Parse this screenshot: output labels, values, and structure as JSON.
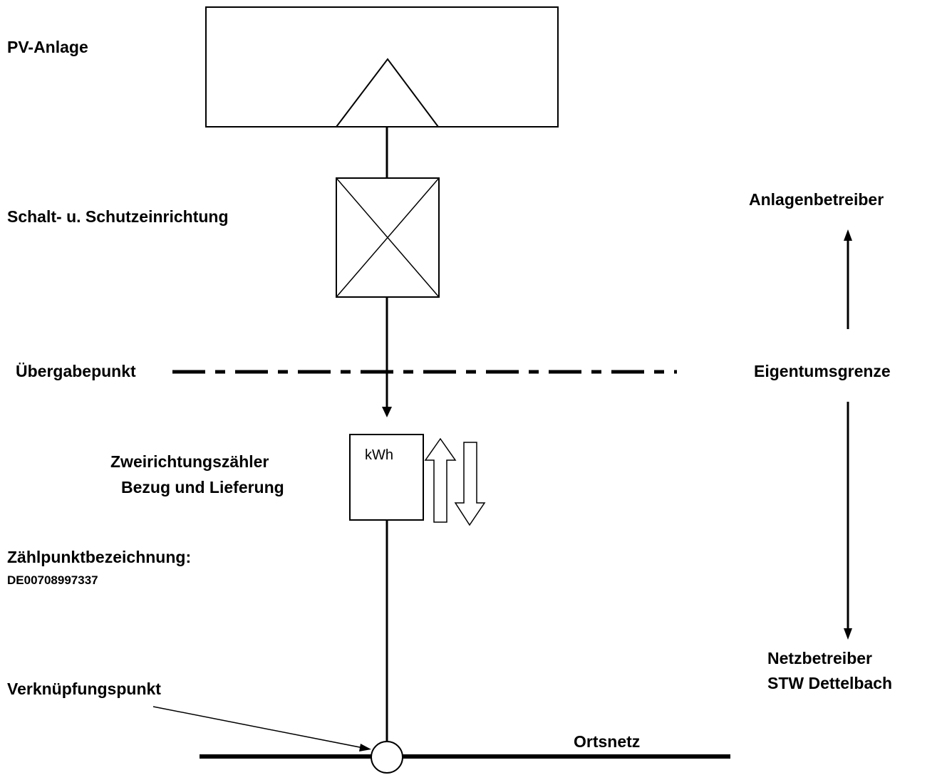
{
  "labels": {
    "pv_anlage": "PV-Anlage",
    "schalt_schutz": "Schalt- u. Schutzeinrichtung",
    "uebergabepunkt": "Übergabepunkt",
    "zaehler_line1": "Zweirichtungszähler",
    "zaehler_line2": "Bezug und Lieferung",
    "zaehlpunkt_label": "Zählpunktbezeichnung:",
    "zaehlpunkt_id": "DE00708997337",
    "verknuepfungspunkt": "Verknüpfungspunkt",
    "ortsnetz": "Ortsnetz",
    "meter_unit": "kWh",
    "anlagenbetreiber": "Anlagenbetreiber",
    "eigentumsgrenze": "Eigentumsgrenze",
    "netzbetreiber_line1": "Netzbetreiber",
    "netzbetreiber_line2": "STW Dettelbach"
  },
  "colors": {
    "stroke": "#000000",
    "background": "#ffffff"
  }
}
